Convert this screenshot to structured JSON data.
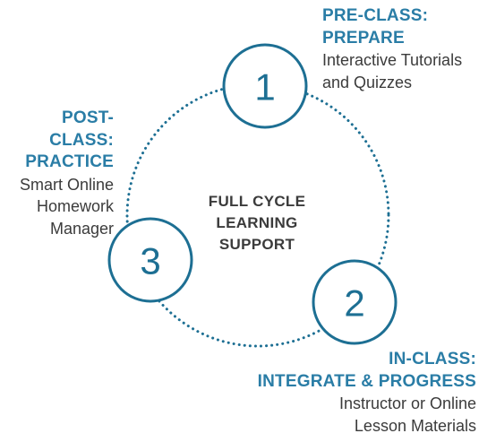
{
  "diagram": {
    "center_label": [
      "FULL CYCLE",
      "LEARNING",
      "SUPPORT"
    ],
    "accent_color": "#1d6f93",
    "title_color": "#2a7da6",
    "text_color": "#3b3b3b",
    "steps": [
      {
        "number": "1",
        "title_lines": [
          "PRE-CLASS:",
          "PREPARE"
        ],
        "description_lines": [
          "Interactive Tutorials",
          "and Quizzes"
        ]
      },
      {
        "number": "2",
        "title_lines": [
          "IN-CLASS:",
          "INTEGRATE & PROGRESS"
        ],
        "description_lines": [
          "Instructor or Online",
          "Lesson Materials"
        ]
      },
      {
        "number": "3",
        "title_lines": [
          "POST-CLASS:",
          "PRACTICE"
        ],
        "description_lines": [
          "Smart Online",
          "Homework",
          "Manager"
        ]
      }
    ]
  }
}
